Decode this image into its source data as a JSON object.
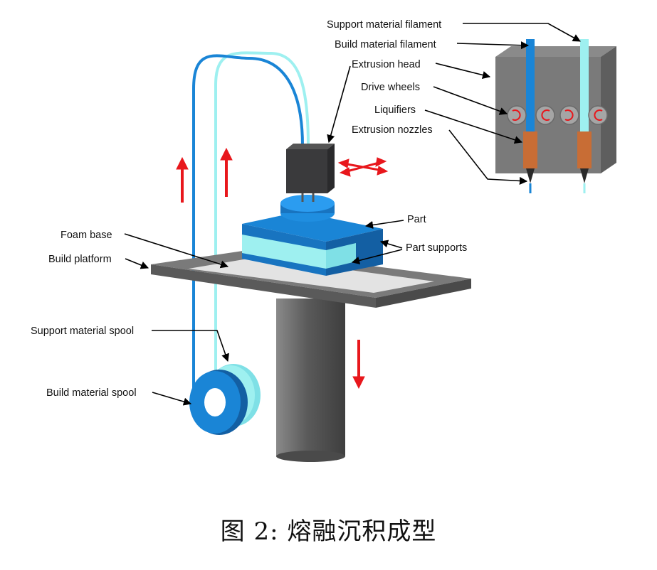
{
  "labels": {
    "support_filament": "Support material filament",
    "build_filament": "Build material filament",
    "extrusion_head": "Extrusion head",
    "drive_wheels": "Drive wheels",
    "liquifiers": "Liquifiers",
    "extrusion_nozzles": "Extrusion nozzles",
    "part": "Part",
    "part_supports": "Part supports",
    "foam_base": "Foam base",
    "build_platform": "Build platform",
    "support_spool": "Support material spool",
    "build_spool": "Build material spool"
  },
  "caption": "图 2: 熔融沉积成型",
  "colors": {
    "build_material": "#1a85d6",
    "support_material": "#9ef0f0",
    "motion_arrows": "#e8171c",
    "platform": "#6f6f6f",
    "head_body": "#3a3a3c"
  },
  "motion_arrows": [
    "head-xy",
    "filament-up",
    "platform-down"
  ]
}
